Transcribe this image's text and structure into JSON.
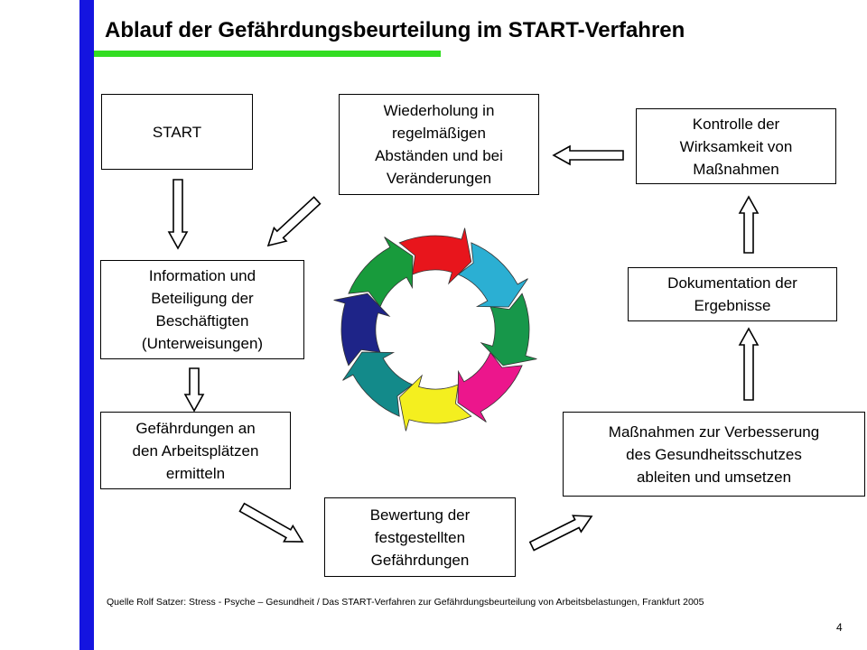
{
  "title": "Ablauf der Gefährdungsbeurteilung im START-Verfahren",
  "boxes": {
    "start": "START",
    "information": "Information und\nBeteiligung der\nBeschäftigten\n(Unterweisungen)",
    "gefaehrdungen": "Gefährdungen an\nden Arbeitsplätzen\nermitteln",
    "bewertung": "Bewertung der\nfestgestellten\nGefährdungen",
    "massnahmen": "Maßnahmen zur Verbesserung\ndes Gesundheitsschutzes\nableiten und umsetzen",
    "dokumentation": "Dokumentation der\nErgebnisse",
    "kontrolle": "Kontrolle der\nWirksamkeit von\nMaßnahmen",
    "wiederholung": "Wiederholung in\nregelmäßigen\nAbständen und bei\nVeränderungen"
  },
  "cycle_colors": [
    "#e8151c",
    "#2bafd3",
    "#17974a",
    "#ec168c",
    "#f4ef1f",
    "#138a8a",
    "#1e2488",
    "#189b3c"
  ],
  "accent_colors": {
    "bar": "#1414e0",
    "underline": "#33dd22"
  },
  "source": "Quelle Rolf Satzer: Stress - Psyche – Gesundheit / Das START-Verfahren zur Gefährdungsbeurteilung von Arbeitsbelastungen, Frankfurt 2005",
  "page_number": "4"
}
